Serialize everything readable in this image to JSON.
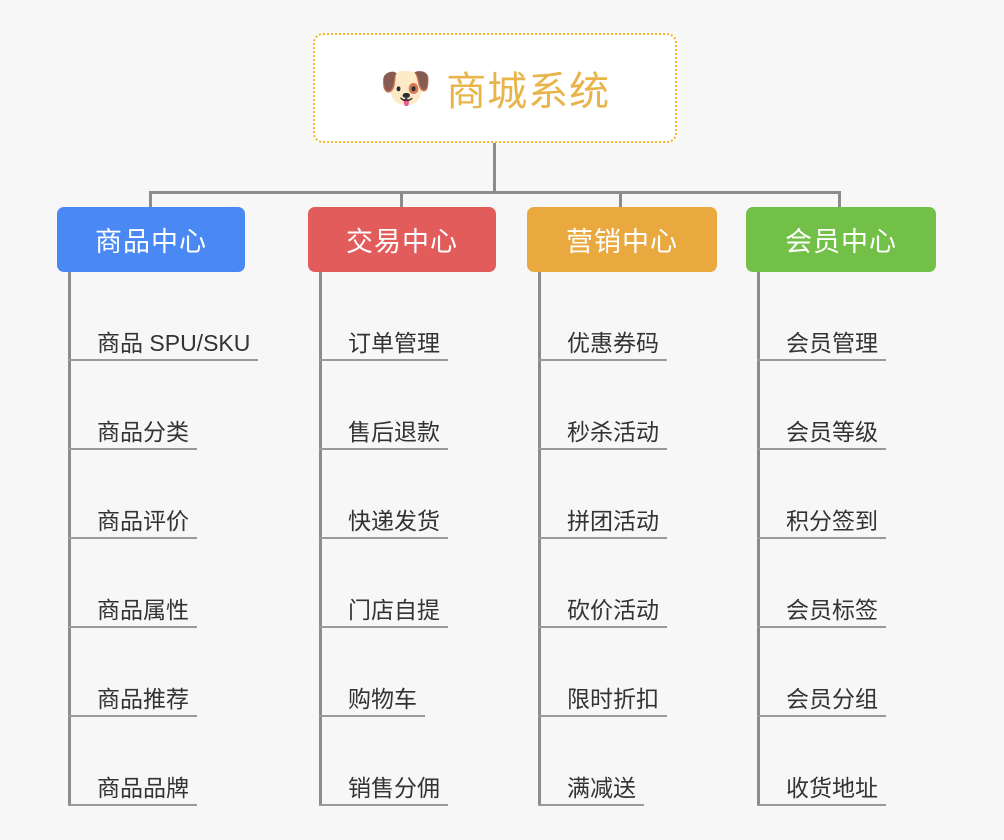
{
  "diagram": {
    "type": "mindmap-tree",
    "background_color": "#f7f7f7",
    "root": {
      "icon": "dog-face-icon",
      "icon_glyph": "🐶",
      "title": "商城系统",
      "text_color": "#e9b449",
      "border_color": "#f0b429",
      "background_color": "#ffffff"
    },
    "connector_color": "#8c8c8c",
    "branches": [
      {
        "id": "product-center",
        "label": "商品中心",
        "color": "#4a89f3",
        "items": [
          "商品 SPU/SKU",
          "商品分类",
          "商品评价",
          "商品属性",
          "商品推荐",
          "商品品牌"
        ]
      },
      {
        "id": "trade-center",
        "label": "交易中心",
        "color": "#e25c5c",
        "items": [
          "订单管理",
          "售后退款",
          "快递发货",
          "门店自提",
          "购物车",
          "销售分佣"
        ]
      },
      {
        "id": "marketing-center",
        "label": "营销中心",
        "color": "#eaa93e",
        "items": [
          "优惠券码",
          "秒杀活动",
          "拼团活动",
          "砍价活动",
          "限时折扣",
          "满减送"
        ]
      },
      {
        "id": "member-center",
        "label": "会员中心",
        "color": "#73c048",
        "items": [
          "会员管理",
          "会员等级",
          "积分签到",
          "会员标签",
          "会员分组",
          "收货地址"
        ]
      }
    ]
  }
}
